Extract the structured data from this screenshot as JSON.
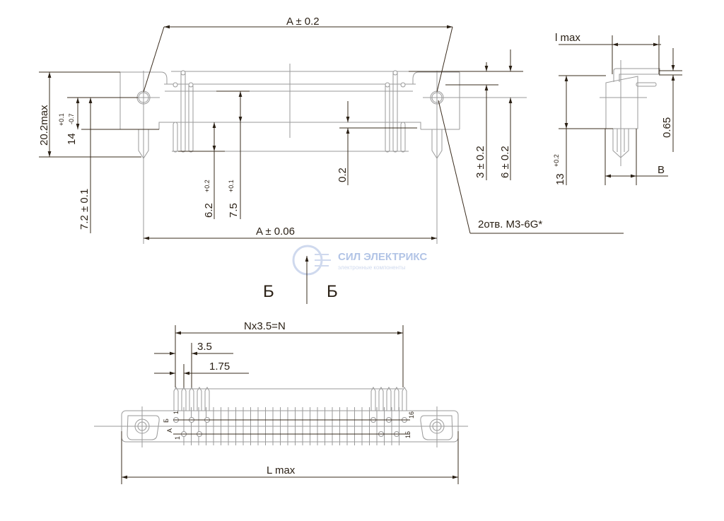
{
  "top_view": {
    "dim_a_02": "A ±  0.2",
    "dim_20_2max": "20.2max",
    "dim_14": "14",
    "dim_14_tol_upper": "+0.1",
    "dim_14_tol_lower": "-0.7",
    "dim_7_2": "7.2 ± 0.1",
    "dim_6_2": "6.2",
    "dim_6_2_tol": "+0.2",
    "dim_7_5": "7.5",
    "dim_7_5_tol": "+0.1",
    "dim_0_2": "0.2",
    "dim_3": "3 ± 0.2",
    "dim_6": "6 ± 0.2",
    "dim_a_006": "A ±  0.06",
    "holes_note": "2отв. M3-6G*"
  },
  "side_view": {
    "dim_l_max": "l max",
    "dim_0_65": "0.65",
    "dim_b": "B",
    "dim_13": "13",
    "dim_13_tol": "+0.2"
  },
  "section": {
    "left": "Б",
    "right": "Б"
  },
  "bottom_view": {
    "dim_pitch_total": "Nx3.5=N",
    "dim_3_5": "3.5",
    "dim_1_75": "1.75",
    "dim_l_max": "L max",
    "row_b": "Б",
    "row_a": "А",
    "pin_1_top": "1",
    "pin_1_bottom": "1",
    "pin_16": "16",
    "pin_15": "15"
  },
  "watermark": {
    "brand": "СИЛ ЭЛЕКТРИКС",
    "tagline": "электронные компоненты"
  }
}
